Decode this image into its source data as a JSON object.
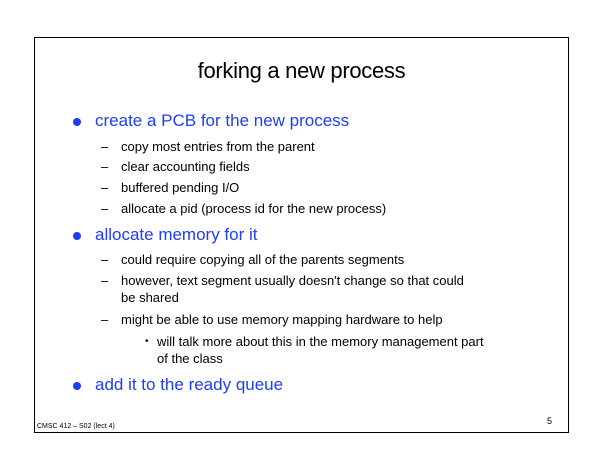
{
  "title": "forking a new process",
  "sections": [
    {
      "heading": "create a PCB for the new process",
      "items": [
        "copy most entries from the parent",
        "clear accounting fields",
        "buffered pending I/O",
        "allocate a pid (process id for the new process)"
      ]
    },
    {
      "heading": "allocate memory for it",
      "items": [
        "could require copying all of the parents segments",
        "however, text segment usually doesn't change so that could",
        "be shared",
        "might be able to use memory mapping hardware to help"
      ],
      "subitems": [
        "will talk more about this in the memory management part",
        "of the class"
      ]
    },
    {
      "heading": "add it to the ready queue"
    }
  ],
  "footer": "CMSC 412 – S02  (lect 4)",
  "page_number": "5",
  "colors": {
    "heading": "#1f3df5",
    "text": "#000000",
    "border": "#000000"
  }
}
